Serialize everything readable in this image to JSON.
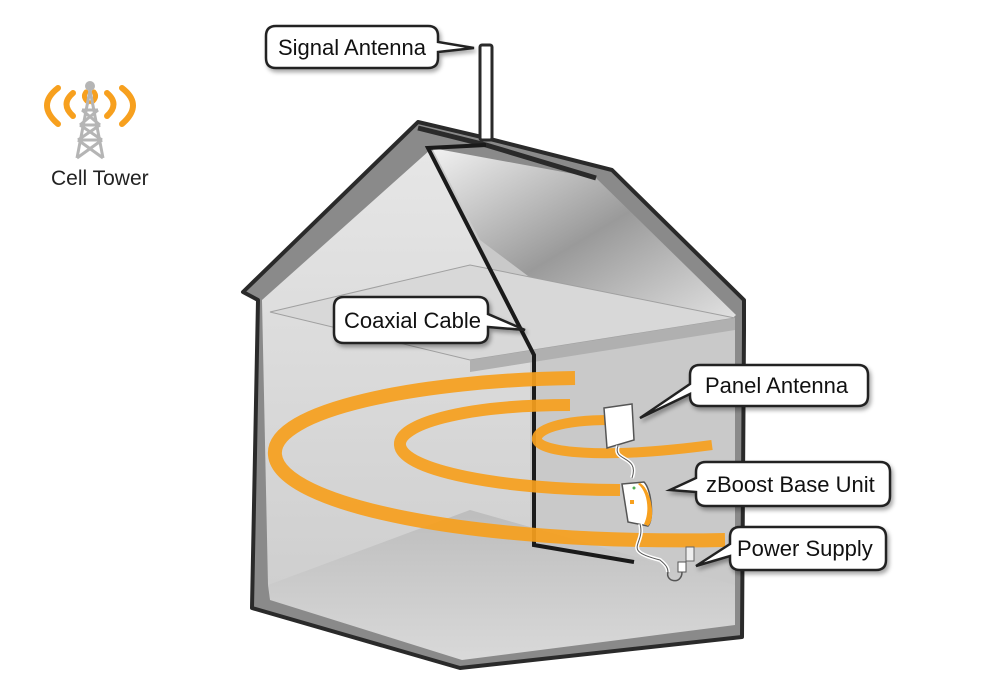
{
  "diagram": {
    "title": "Cell signal booster home installation",
    "colors": {
      "signal_orange": "#f7a01e",
      "wall_gray": "#cfcfcf",
      "outline": "#2a2a2a"
    },
    "cell_tower": {
      "label": "Cell Tower",
      "icon": "cell-tower-icon"
    },
    "callouts": {
      "signal_antenna": "Signal Antenna",
      "coaxial_cable": "Coaxial Cable",
      "panel_antenna": "Panel Antenna",
      "base_unit": "zBoost Base Unit",
      "power_supply": "Power Supply"
    }
  }
}
